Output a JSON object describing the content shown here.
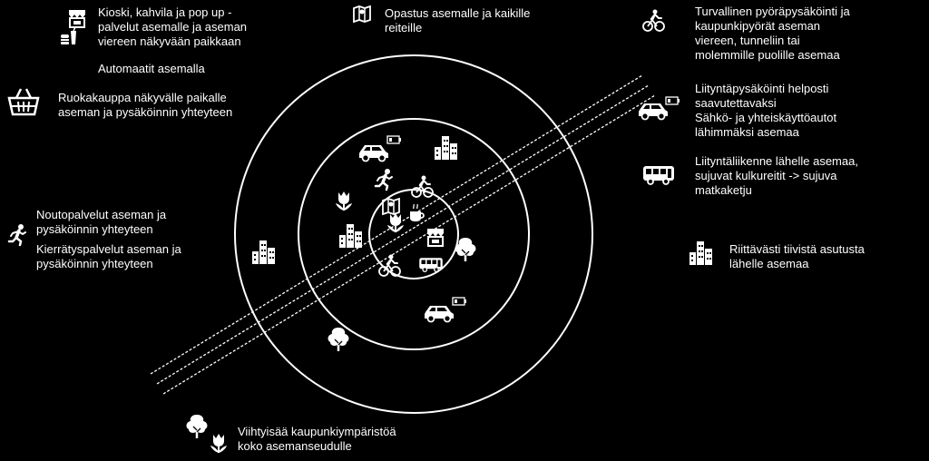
{
  "colors": {
    "background": "#000000",
    "foreground": "#ffffff"
  },
  "labels": {
    "kiosk": [
      "Kioski, kahvila ja pop up -",
      "palvelut asemalle ja aseman",
      "viereen näkyvään paikkaan"
    ],
    "automats": [
      "Automaatit asemalla"
    ],
    "grocery": [
      "Ruokakauppa näkyvälle paikalle",
      "aseman ja pysäköinnin yhteyteen"
    ],
    "pickup": [
      "Noutopalvelut aseman ja",
      "pysäköinnin yhteyteen"
    ],
    "recycling": [
      "Kierrätyspalvelut aseman ja",
      "pysäköinnin yhteyteen"
    ],
    "guidance": [
      "Opastus asemalle ja kaikille",
      "reiteille"
    ],
    "bike": [
      "Turvallinen pyöräpysäköinti ja",
      "kaupunkipyörät aseman",
      "viereen, tunneliin tai",
      "molemmille puolille asemaa"
    ],
    "parking": [
      "Liityntäpysäköinti helposti",
      "saavutettavaksi",
      "Sähkö- ja yhteiskäyttöautot",
      "lähimmäksi asemaa"
    ],
    "bus": [
      "Liityntäliikenne lähelle asemaa,",
      "sujuvat kulkureitit -> sujuva",
      "matkaketju"
    ],
    "density": [
      "Riittävästi tiivistä asutusta",
      "lähelle asemaa"
    ],
    "pleasant": [
      "Viihtyisää kaupunkiympäristöä",
      "koko asemanseudulle"
    ]
  },
  "icons": [
    "kiosk-icon",
    "fastfood-icon",
    "basket-icon",
    "runner-icon",
    "buildings-icon",
    "map-icon",
    "cyclist-icon",
    "car-icon",
    "battery-icon",
    "bus-icon",
    "tree-icon",
    "tulip-icon",
    "coffee-icon",
    "rail-track"
  ]
}
